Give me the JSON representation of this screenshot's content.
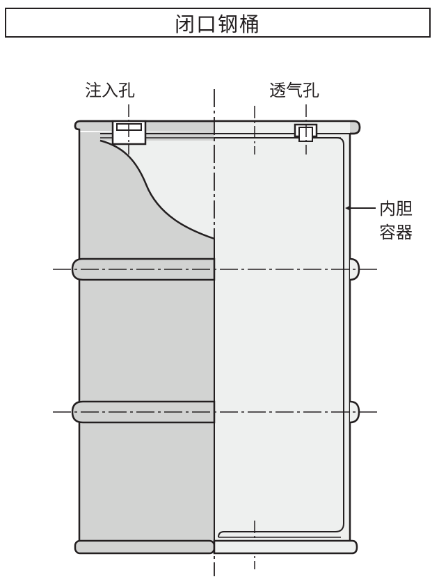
{
  "title": "闭口钢桶",
  "labels": {
    "fill_hole": "注入孔",
    "vent_hole": "透气孔",
    "inner_liner_line1": "内胆",
    "inner_liner_line2": "容器"
  }
}
